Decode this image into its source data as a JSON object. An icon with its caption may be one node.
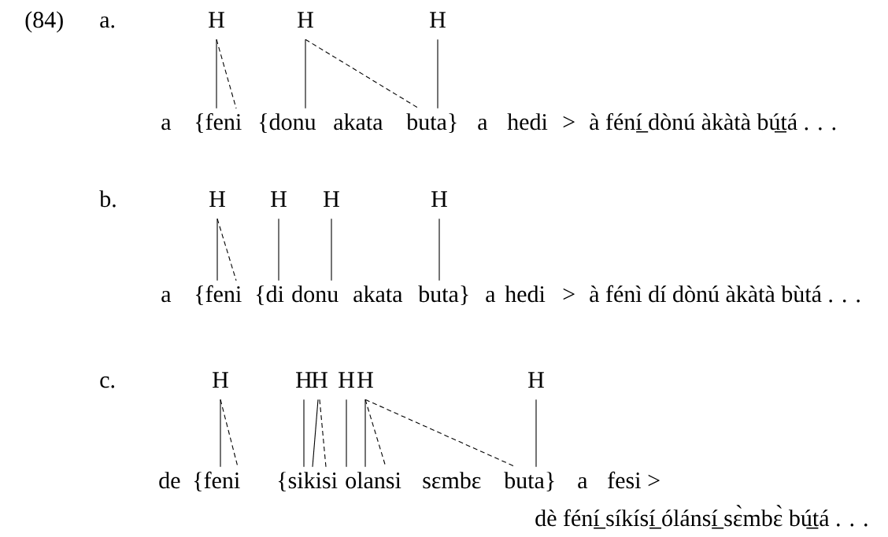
{
  "diagram": {
    "nodes": [
      {
        "text": [
          "H"
        ]
      },
      {
        "text": [
          "H"
        ]
      },
      {
        "text": [
          "H"
        ]
      },
      {
        "text": [
          "{feni"
        ]
      },
      {
        "text": [
          "{donu"
        ]
      },
      {
        "text": [
          "buta}"
        ]
      },
      {
        "text": [
          "H"
        ]
      },
      {
        "text": [
          "H"
        ]
      },
      {
        "text": [
          "H"
        ]
      },
      {
        "text": [
          "H"
        ]
      },
      {
        "text": [
          "{feni"
        ]
      },
      {
        "text": [
          "{di"
        ]
      },
      {
        "text": [
          "donu"
        ]
      },
      {
        "text": [
          "buta}"
        ]
      },
      {
        "text": [
          "H"
        ]
      },
      {
        "text": [
          "H"
        ]
      },
      {
        "text": [
          "H"
        ]
      },
      {
        "text": [
          "H"
        ]
      },
      {
        "text": [
          "H"
        ]
      },
      {
        "text": [
          "H"
        ]
      },
      {
        "text": [
          "{feni"
        ]
      },
      {
        "text": [
          "{sikisi"
        ]
      },
      {
        "text": [
          "olansi"
        ]
      },
      {
        "text": [
          "buta}"
        ]
      }
    ],
    "edges": [
      {
        "from": 0,
        "to": 3,
        "arrow": "none"
      },
      {
        "from": 0,
        "to": 3,
        "arrow": "none",
        "style": "dashed"
      },
      {
        "from": 1,
        "to": 4,
        "arrow": "none"
      },
      {
        "from": 1,
        "to": 5,
        "arrow": "none",
        "style": "dashed"
      },
      {
        "from": 2,
        "to": 5,
        "arrow": "none"
      },
      {
        "from": 6,
        "to": 10,
        "arrow": "none"
      },
      {
        "from": 6,
        "to": 10,
        "arrow": "none",
        "style": "dashed"
      },
      {
        "from": 7,
        "to": 11,
        "arrow": "none"
      },
      {
        "from": 8,
        "to": 12,
        "arrow": "none"
      },
      {
        "from": 9,
        "to": 13,
        "arrow": "none"
      },
      {
        "from": 14,
        "to": 20,
        "arrow": "none"
      },
      {
        "from": 14,
        "to": 20,
        "arrow": "none",
        "style": "dashed"
      },
      {
        "from": 15,
        "to": 21,
        "arrow": "none"
      },
      {
        "from": 16,
        "to": 21,
        "arrow": "none"
      },
      {
        "from": 16,
        "to": 21,
        "arrow": "none",
        "style": "dashed"
      },
      {
        "from": 17,
        "to": 22,
        "arrow": "none"
      },
      {
        "from": 18,
        "to": 22,
        "arrow": "none"
      },
      {
        "from": 18,
        "to": 22,
        "arrow": "none",
        "style": "dashed"
      },
      {
        "from": 18,
        "to": 23,
        "arrow": "none",
        "style": "dashed"
      },
      {
        "from": 19,
        "to": 23,
        "arrow": "none"
      }
    ],
    "labels": [
      "(84)",
      "a.",
      "a",
      "akata",
      "a",
      "hedi",
      ">",
      "à féní̲ dònú àkàtà bú̲tá . . .",
      "b.",
      "a",
      "akata",
      "a",
      "hedi",
      ">",
      "à fénì dí dònú àkàtà bùtá . . .",
      "c.",
      "de",
      "sɛmbɛ",
      "a",
      "fesi",
      ">",
      "dè féní̲ síkísí̲ ólánsí̲ sɛ̀mbɛ̀ bú̲tá . . ."
    ]
  }
}
